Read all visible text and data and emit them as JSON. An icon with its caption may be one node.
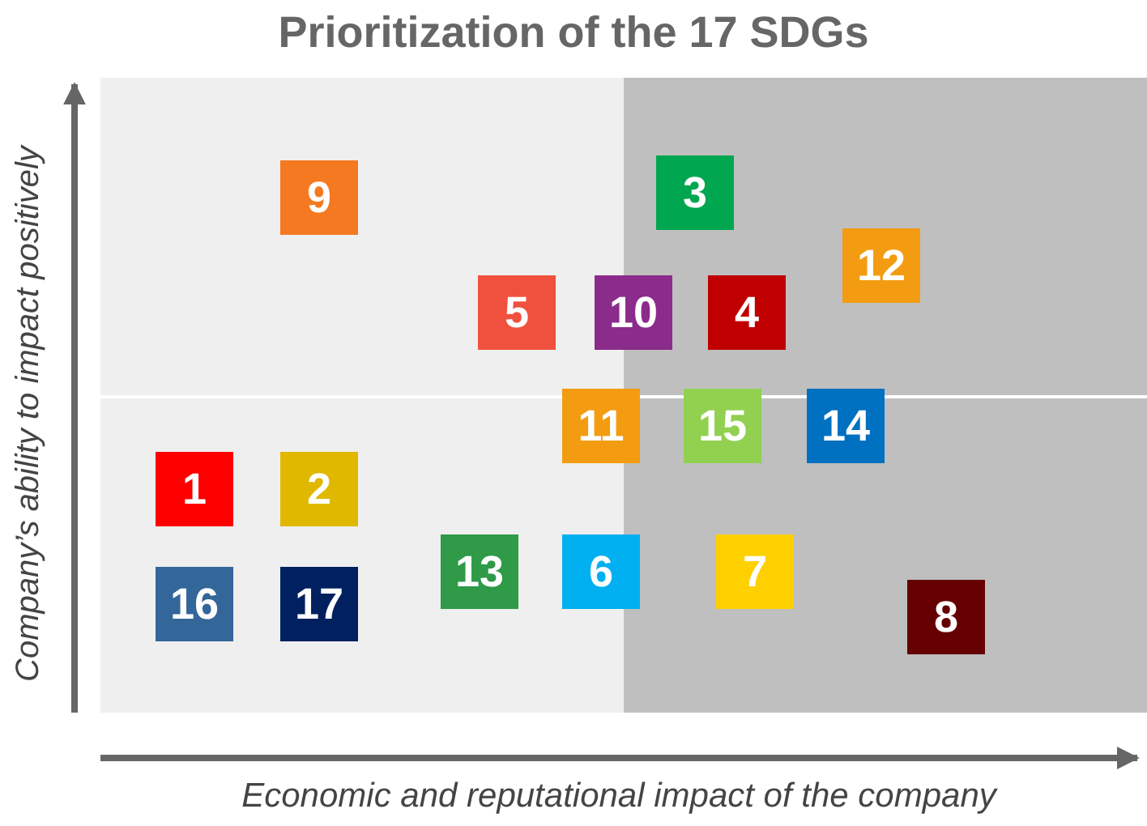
{
  "diagram": {
    "title": "Prioritization of the 17 SDGs",
    "nodes": [
      {
        "text": [
          "9"
        ]
      },
      {
        "text": [
          "3"
        ]
      },
      {
        "text": [
          "12"
        ]
      },
      {
        "text": [
          "5"
        ]
      },
      {
        "text": [
          "10"
        ]
      },
      {
        "text": [
          "4"
        ]
      },
      {
        "text": [
          "11"
        ]
      },
      {
        "text": [
          "15"
        ]
      },
      {
        "text": [
          "14"
        ]
      },
      {
        "text": [
          "1"
        ]
      },
      {
        "text": [
          "2"
        ]
      },
      {
        "text": [
          "13"
        ]
      },
      {
        "text": [
          "6"
        ]
      },
      {
        "text": [
          "7"
        ]
      },
      {
        "text": [
          "16"
        ]
      },
      {
        "text": [
          "17"
        ]
      },
      {
        "text": [
          "8"
        ]
      }
    ],
    "labels": [
      "Company’s ability to impact positively",
      "Economic and reputational impact of the company"
    ]
  }
}
